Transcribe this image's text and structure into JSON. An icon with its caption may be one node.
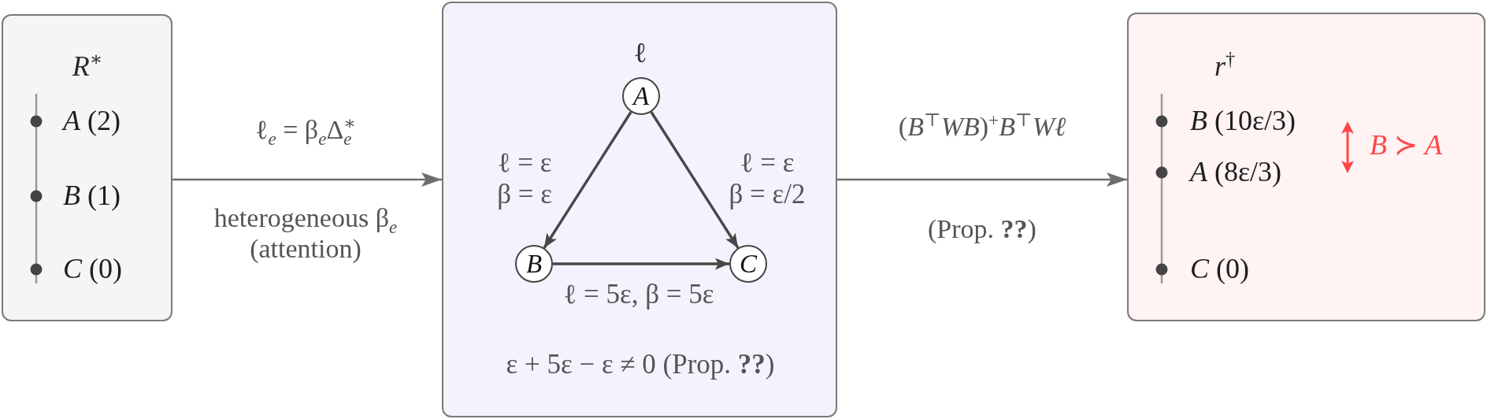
{
  "diagram": {
    "nodes": [
      {
        "text": [
          "*R*$^{∗}$",
          "*A* (2)",
          "*B* (1)",
          "*C* (0)"
        ]
      },
      {
        "text": [
          "ℓ",
          "ε + 5ε − ε ≠ 0 (Prop. **??**)"
        ]
      },
      {
        "text": [
          "A"
        ],
        "in": 1
      },
      {
        "text": [
          "B"
        ],
        "in": 1
      },
      {
        "text": [
          "C"
        ],
        "in": 1
      },
      {
        "text": [
          "*r*$^{†}$",
          "*B* (10ε/3)",
          "*A* (8ε/3)",
          "*C* (0)",
          "*B* ≻ *A*"
        ]
      }
    ],
    "edges": [
      {
        "from": 0,
        "to": 1,
        "arrow": "to",
        "label": "ℓ$_{e}$ = β$_{e}$Δ$_{e}$$^{∗}$",
        "color": "#6e6e6e"
      },
      {
        "from": 1,
        "to": 5,
        "arrow": "to",
        "label": "(*B*$^{⊤}$*WB*)$^{+}$*B*$^{⊤}$*Wℓ*",
        "color": "#6e6e6e"
      },
      {
        "from": 2,
        "to": 3,
        "arrow": "to",
        "label": "ℓ = ε β = ε"
      },
      {
        "from": 2,
        "to": 4,
        "arrow": "to",
        "label": "ℓ = ε β = ε/2"
      },
      {
        "from": 3,
        "to": 4,
        "arrow": "to",
        "label": "ℓ = 5ε, β = 5ε"
      }
    ],
    "labels": [
      "heterogeneous β$_{e}$ (attention)",
      "(Prop. **??**)"
    ]
  }
}
